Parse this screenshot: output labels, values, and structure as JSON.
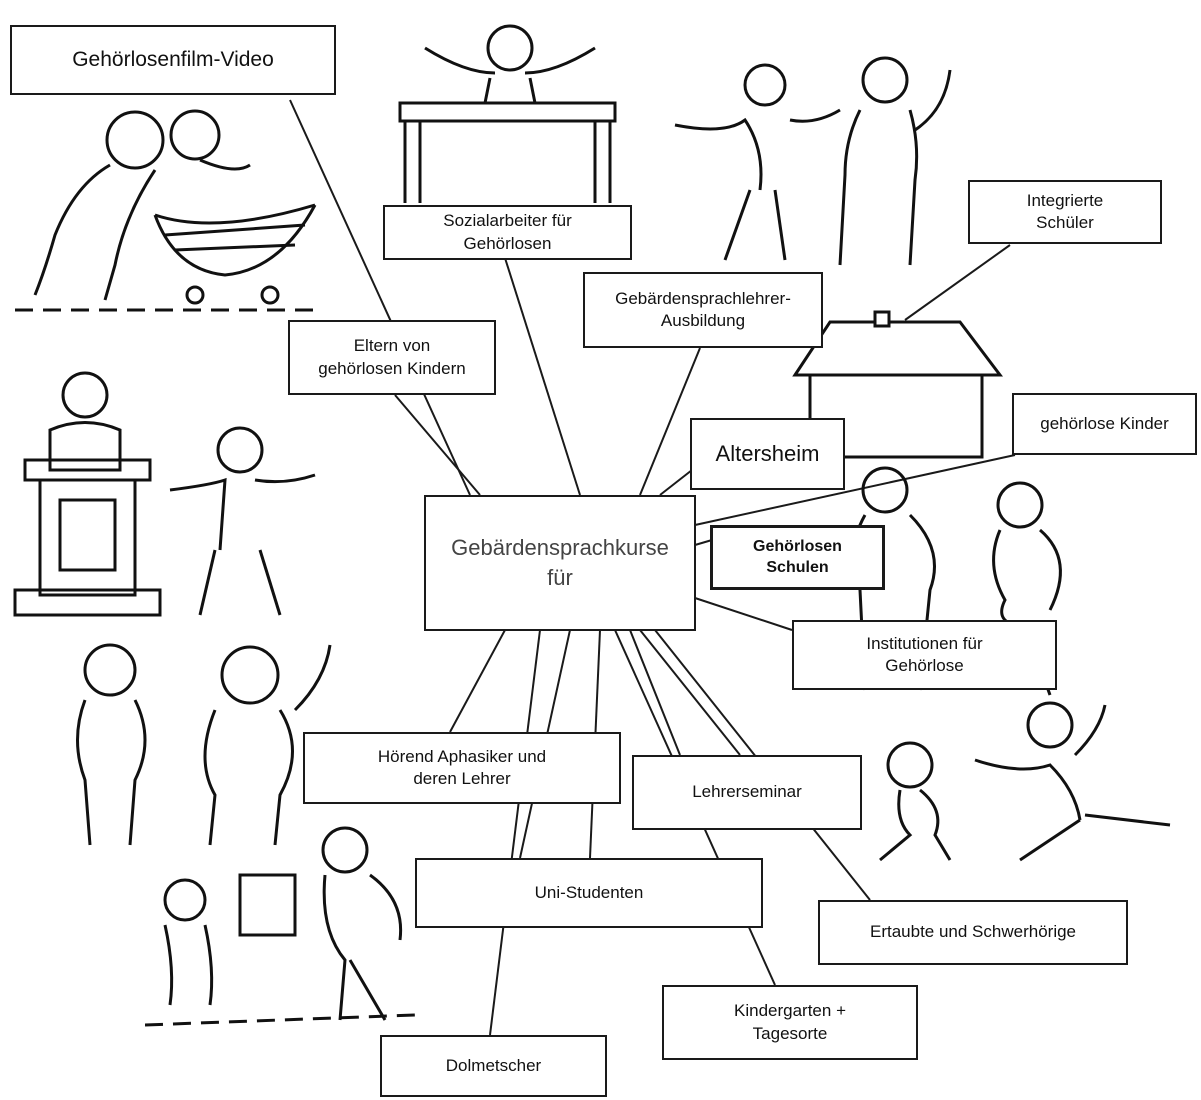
{
  "diagram": {
    "center": {
      "label": "Gebärdensprachkurse\nfür"
    },
    "nodes": [
      {
        "id": "film",
        "label": "Gehörlosenfilm-Video"
      },
      {
        "id": "sozial",
        "label": "Sozialarbeiter für\nGehörlosen"
      },
      {
        "id": "lehrer_ausbildung",
        "label": "Gebärdensprachlehrer-\nAusbildung"
      },
      {
        "id": "integrierte",
        "label": "Integrierte\nSchüler"
      },
      {
        "id": "eltern",
        "label": "Eltern von\ngehörlosen Kindern"
      },
      {
        "id": "altersheim",
        "label": "Altersheim"
      },
      {
        "id": "kinder",
        "label": "gehörlose Kinder"
      },
      {
        "id": "schulen",
        "label": "Gehörlosen\nSchulen"
      },
      {
        "id": "institutionen",
        "label": "Institutionen für\nGehörlose"
      },
      {
        "id": "aphasiker",
        "label": "Hörend Aphasiker und\nderen Lehrer"
      },
      {
        "id": "lehrerseminar",
        "label": "Lehrerseminar"
      },
      {
        "id": "uni",
        "label": "Uni-Studenten"
      },
      {
        "id": "ertaubte",
        "label": "Ertaubte und Schwerhörige"
      },
      {
        "id": "kindergarten",
        "label": "Kindergarten +\nTagesorte"
      },
      {
        "id": "dolmetscher",
        "label": "Dolmetscher"
      }
    ]
  }
}
